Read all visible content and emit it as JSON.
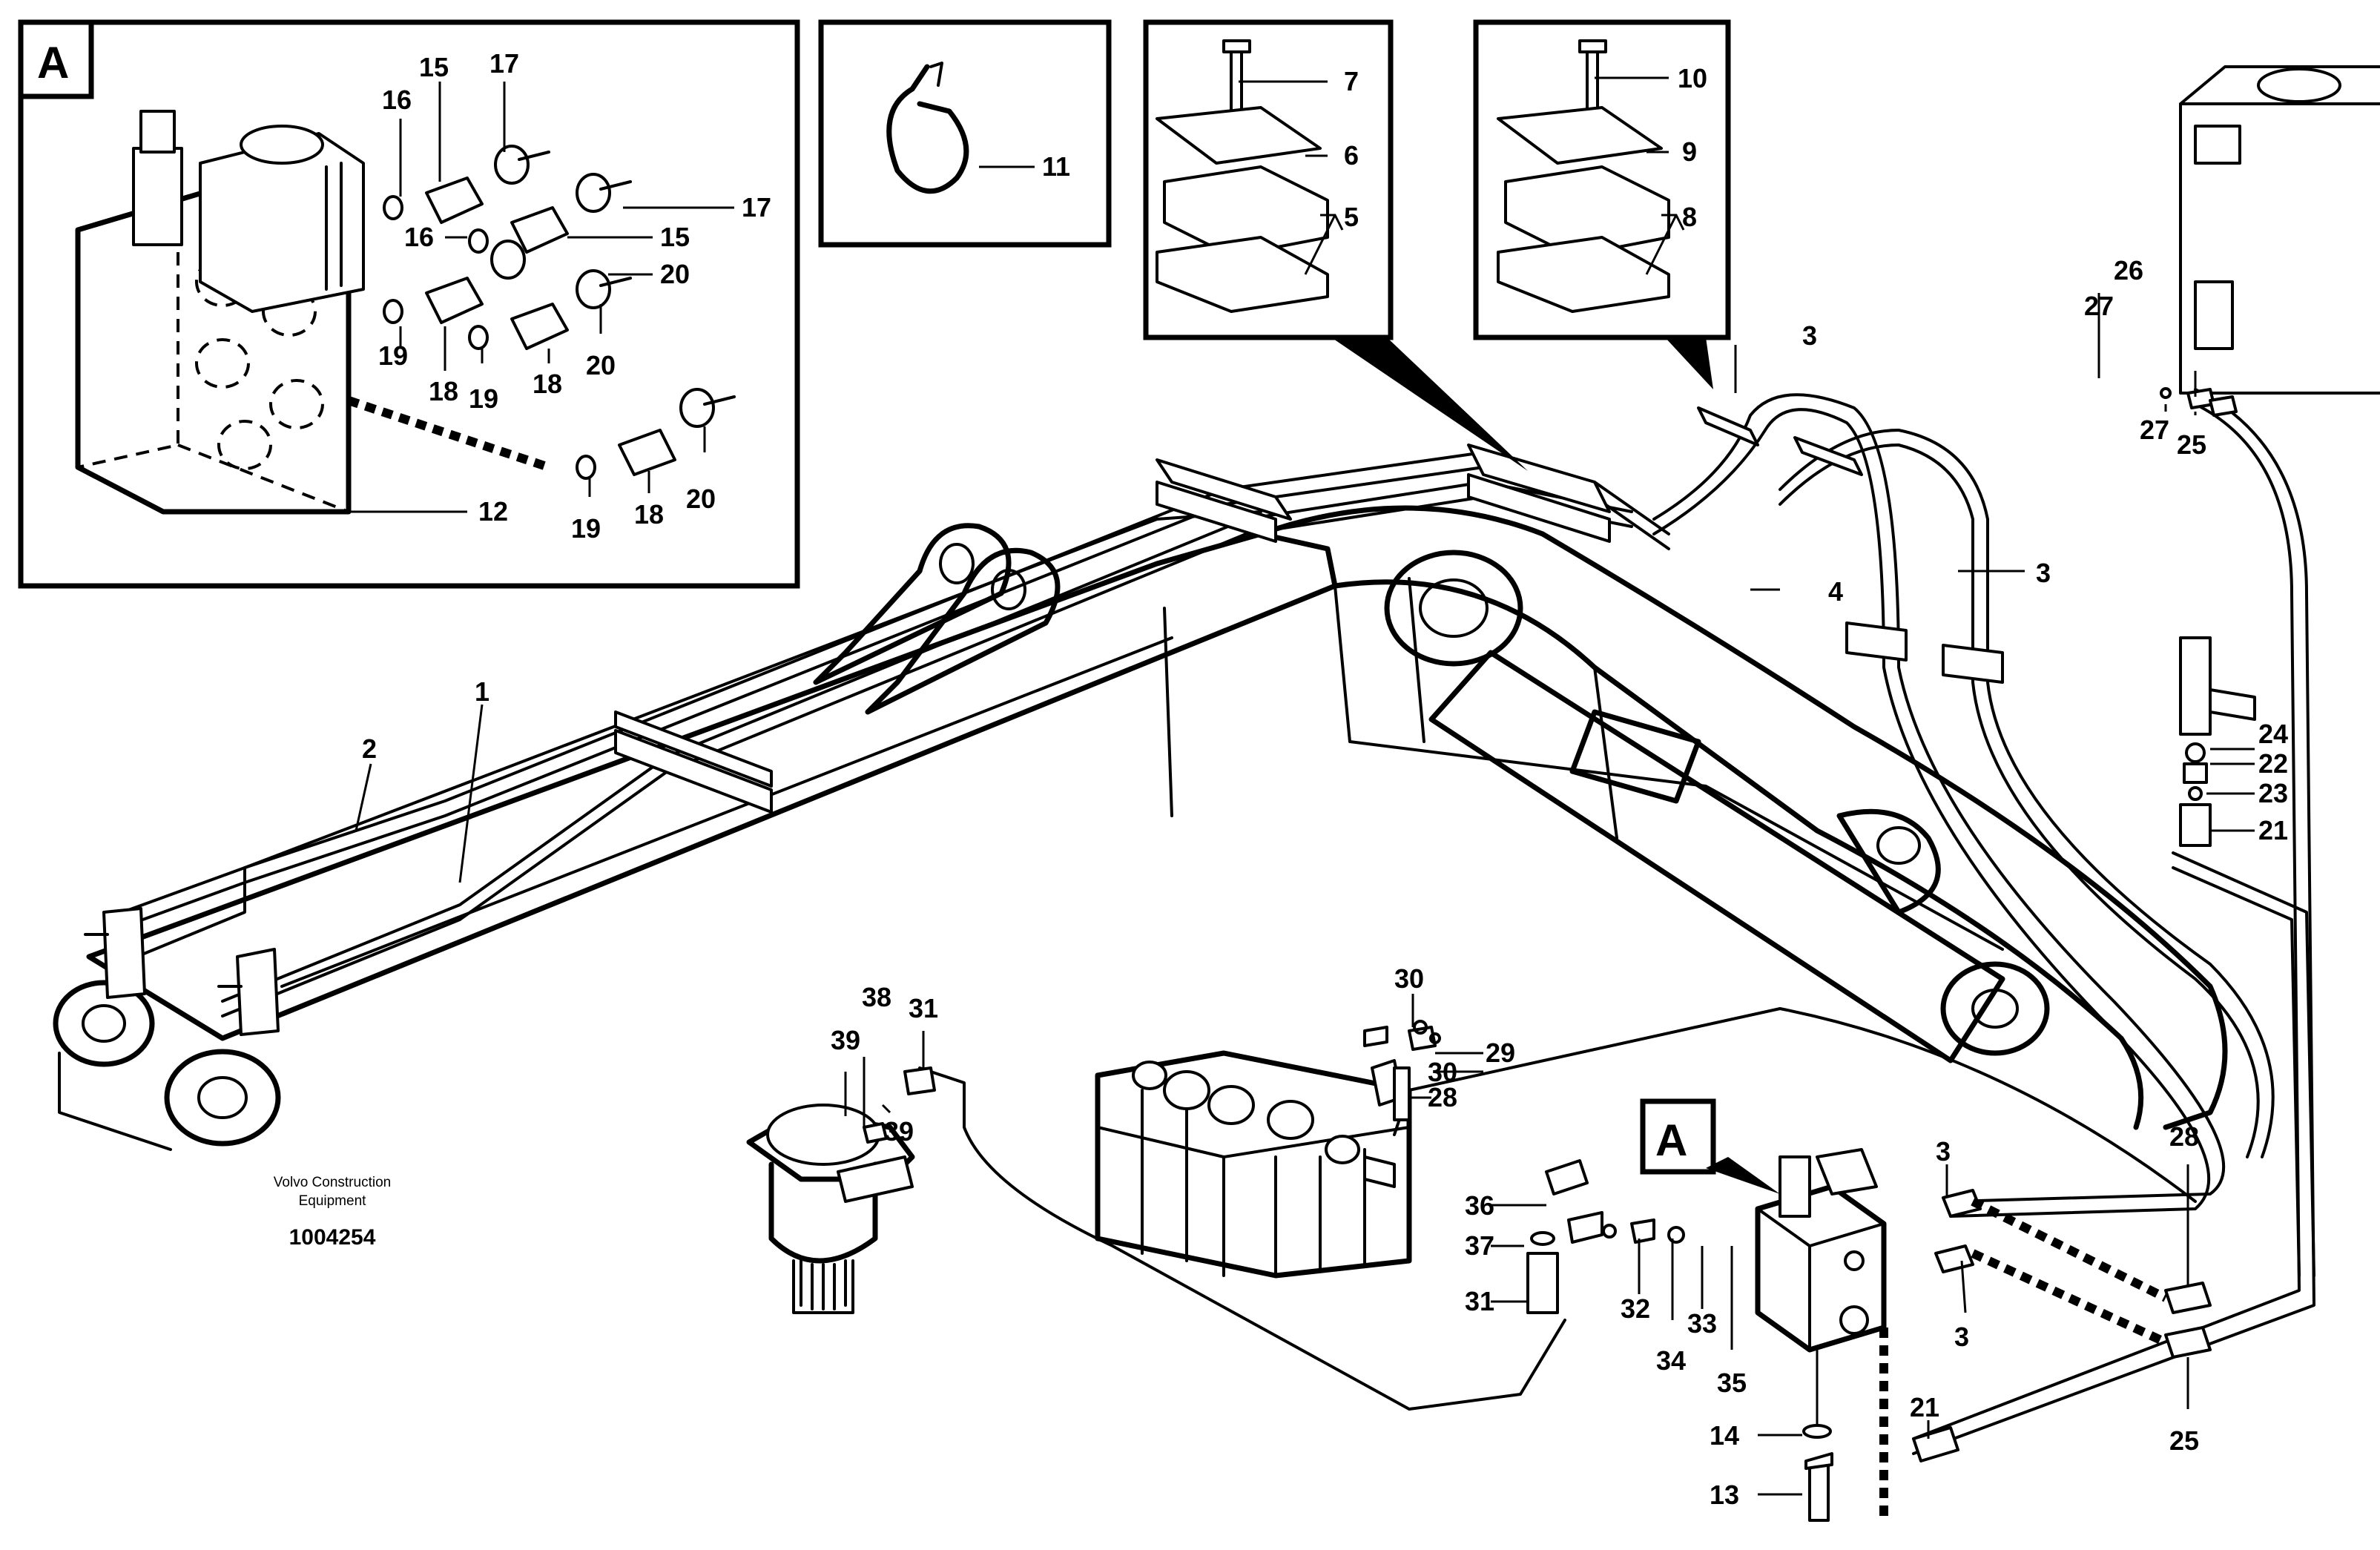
{
  "detail_labels": {
    "detail_a_inset": "A",
    "detail_a_valve": "A"
  },
  "callouts": [
    "1",
    "2",
    "3",
    "4",
    "5",
    "6",
    "7",
    "8",
    "9",
    "10",
    "11",
    "12",
    "13",
    "14",
    "15",
    "16",
    "17",
    "18",
    "19",
    "20",
    "21",
    "22",
    "23",
    "24",
    "25",
    "26",
    "27",
    "28",
    "29",
    "30",
    "31",
    "32",
    "33",
    "34",
    "35",
    "36",
    "37",
    "38",
    "39"
  ],
  "credit": {
    "line1": "Volvo Construction",
    "line2": "Equipment",
    "ref_number": "1004254"
  }
}
